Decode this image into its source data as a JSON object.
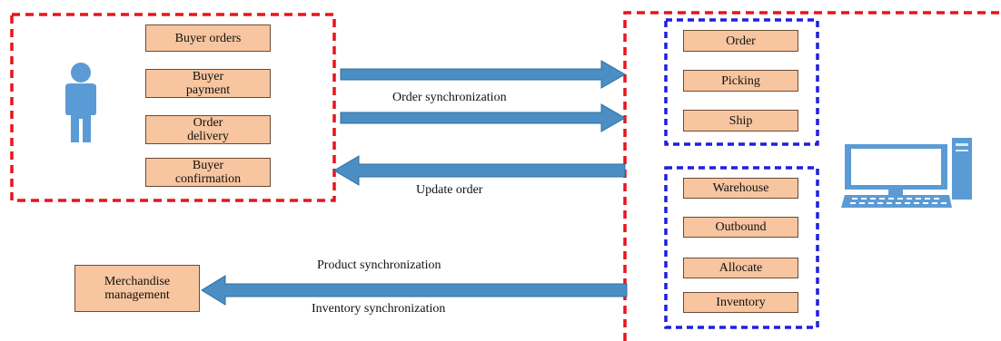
{
  "colors": {
    "region_dashed_red": "#e8141c",
    "region_dashed_blue": "#1f1fe0",
    "box_fill": "#f7c59f",
    "box_border": "#6b4b35",
    "arrow_fill": "#4a8ec4",
    "icon_blue": "#5b9bd5"
  },
  "customer_side": {
    "icon": "person-icon",
    "boxes": [
      {
        "label": "Buyer orders"
      },
      {
        "label": "Buyer\npayment"
      },
      {
        "label": "Order\ndelivery"
      },
      {
        "label": "Buyer\nconfirmation"
      }
    ]
  },
  "system_side": {
    "icon": "computer-icon",
    "order_group": [
      "Order",
      "Picking",
      "Ship"
    ],
    "warehouse_group": [
      "Warehouse",
      "Outbound",
      "Allocate",
      "Inventory"
    ]
  },
  "merchandise": {
    "label": "Merchandise\nmanagement"
  },
  "flows": {
    "order_sync": "Order synchronization",
    "update_order": "Update order",
    "product_sync": "Product synchronization",
    "inventory_sync": "Inventory synchronization"
  }
}
